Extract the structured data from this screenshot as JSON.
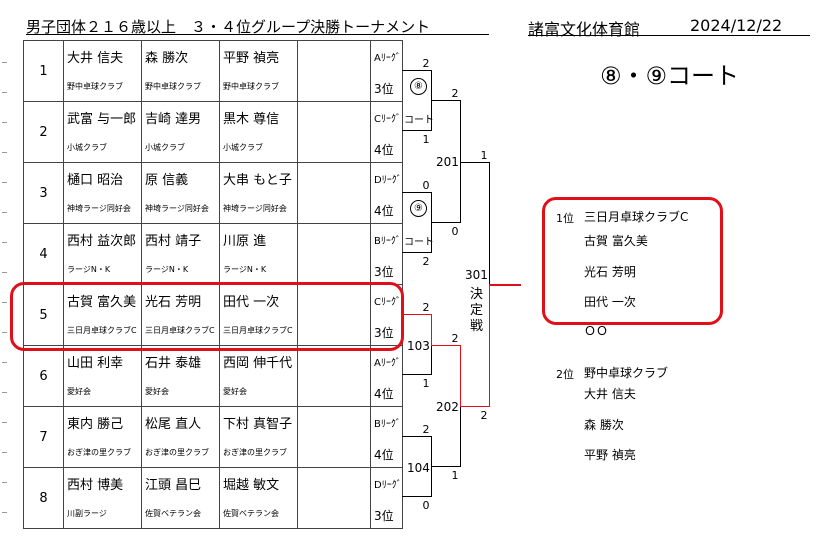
{
  "header": {
    "title": "男子団体２１６歳以上　３・４位グループ決勝トーナメント",
    "venue": "諸富文化体育館",
    "date": "2024/12/22"
  },
  "court_label": "⑧・⑨コート",
  "teams": [
    {
      "no": "1",
      "players": [
        {
          "name": "大井 信夫",
          "club": "野中卓球クラブ"
        },
        {
          "name": "森 勝次",
          "club": "野中卓球クラブ"
        },
        {
          "name": "平野 禎亮",
          "club": "野中卓球クラブ"
        }
      ],
      "group": "Aﾘｰｸﾞ",
      "rank": "3位"
    },
    {
      "no": "2",
      "players": [
        {
          "name": "武富 与一郎",
          "club": "小城クラブ"
        },
        {
          "name": "吉崎 達男",
          "club": "小城クラブ"
        },
        {
          "name": "黒木 尊信",
          "club": "小城クラブ"
        }
      ],
      "group": "Cﾘｰｸﾞ",
      "rank": "4位"
    },
    {
      "no": "3",
      "players": [
        {
          "name": "樋口 昭治",
          "club": "神埼ラージ同好会"
        },
        {
          "name": "原 信義",
          "club": "神埼ラージ同好会"
        },
        {
          "name": "大串 もと子",
          "club": "神埼ラージ同好会"
        }
      ],
      "group": "Dﾘｰｸﾞ",
      "rank": "4位"
    },
    {
      "no": "4",
      "players": [
        {
          "name": "西村 益次郎",
          "club": "ラージN・K"
        },
        {
          "name": "西村 靖子",
          "club": "ラージN・K"
        },
        {
          "name": "川原 進",
          "club": "ラージN・K"
        }
      ],
      "group": "Bﾘｰｸﾞ",
      "rank": "3位"
    },
    {
      "no": "5",
      "players": [
        {
          "name": "古賀 富久美",
          "club": "三日月卓球クラブC"
        },
        {
          "name": "光石 芳明",
          "club": "三日月卓球クラブC"
        },
        {
          "name": "田代 一次",
          "club": "三日月卓球クラブC"
        }
      ],
      "group": "Cﾘｰｸﾞ",
      "rank": "3位"
    },
    {
      "no": "6",
      "players": [
        {
          "name": "山田 利幸",
          "club": "愛好会"
        },
        {
          "name": "石井 泰雄",
          "club": "愛好会"
        },
        {
          "name": "西岡 伸千代",
          "club": "愛好会"
        }
      ],
      "group": "Aﾘｰｸﾞ",
      "rank": "4位"
    },
    {
      "no": "7",
      "players": [
        {
          "name": "東内 勝己",
          "club": "おぎ津の里クラブ"
        },
        {
          "name": "松尾 直人",
          "club": "おぎ津の里クラブ"
        },
        {
          "name": "下村 真智子",
          "club": "おぎ津の里クラブ"
        }
      ],
      "group": "Bﾘｰｸﾞ",
      "rank": "4位"
    },
    {
      "no": "8",
      "players": [
        {
          "name": "西村 博美",
          "club": "川副ラージ"
        },
        {
          "name": "江頭 昌巳",
          "club": "佐賀ベテラン会"
        },
        {
          "name": "堀越 敏文",
          "club": "佐賀ベテラン会"
        }
      ],
      "group": "Dﾘｰｸﾞ",
      "rank": "3位"
    }
  ],
  "bracket": {
    "court_marks": [
      "⑧",
      "⑨"
    ],
    "court_word": "コート",
    "match_ids": [
      "201",
      "103",
      "202",
      "104"
    ],
    "final": {
      "id": "301",
      "label": "決定戦"
    },
    "scores": {
      "t1": "2",
      "t2": "1",
      "t3": "0",
      "t4": "2",
      "t5": "2",
      "t6": "1",
      "t7": "2",
      "t8": "0",
      "m1_out": "2",
      "m201_out": "1",
      "m2_out": "0",
      "m103_out": "2",
      "m202_out": "2",
      "m104_out": "1"
    }
  },
  "results": {
    "first": {
      "rank": "1位",
      "team": "三日月卓球クラブC",
      "members": [
        "古賀 富久美",
        "光石 芳明",
        "田代 一次"
      ],
      "extra": "ＯＯ"
    },
    "second": {
      "rank": "2位",
      "team": "野中卓球クラブ",
      "members": [
        "大井 信夫",
        "森 勝次",
        "平野 禎亮"
      ]
    }
  },
  "colors": {
    "highlight": "#e0101a"
  }
}
